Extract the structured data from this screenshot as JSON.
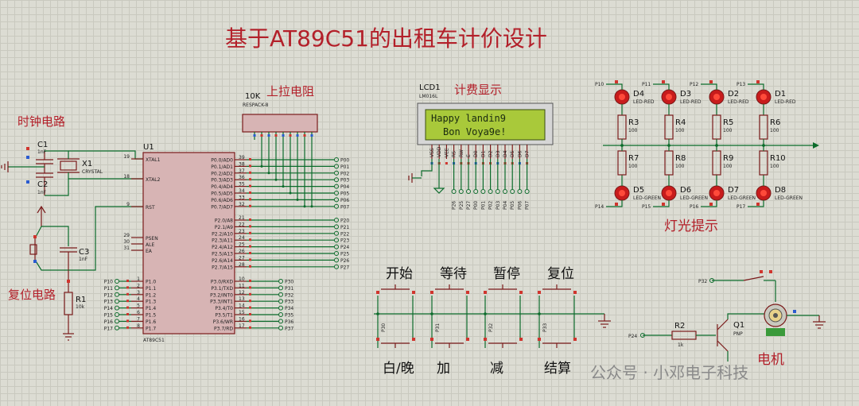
{
  "title": "基于AT89C51的出租车计价设计",
  "section_labels": {
    "clock": "时钟电路",
    "reset": "复位电路",
    "pullup": "上拉电阻",
    "display": "计费显示",
    "lights": "灯光提示",
    "motor": "电机"
  },
  "buttons": {
    "top": [
      "开始",
      "等待",
      "暂停",
      "复位"
    ],
    "bottom": [
      "白/晚",
      "加",
      "减",
      "结算"
    ],
    "pins": [
      "P30",
      "P31",
      "P32",
      "P33"
    ]
  },
  "mcu": {
    "ref": "U1",
    "part": "AT89C51",
    "left_pins": [
      {
        "num": "19",
        "name": "XTAL1"
      },
      {
        "num": "18",
        "name": "XTAL2"
      },
      {
        "num": "9",
        "name": "RST"
      },
      {
        "num": "29",
        "name": "PSEN"
      },
      {
        "num": "30",
        "name": "ALE"
      },
      {
        "num": "31",
        "name": "EA"
      }
    ],
    "p1_names": [
      "P1.0",
      "P1.1",
      "P1.2",
      "P1.3",
      "P1.4",
      "P1.5",
      "P1.6",
      "P1.7"
    ],
    "p1_nums": [
      "1",
      "2",
      "3",
      "4",
      "5",
      "6",
      "7",
      "8"
    ],
    "p1_labels": [
      "P10",
      "P11",
      "P12",
      "P13",
      "P14",
      "P15",
      "P16",
      "P17"
    ],
    "p0_names": [
      "P0.0/AD0",
      "P0.1/AD1",
      "P0.2/AD2",
      "P0.3/AD3",
      "P0.4/AD4",
      "P0.5/AD5",
      "P0.6/AD6",
      "P0.7/AD7"
    ],
    "p0_nums": [
      "39",
      "38",
      "37",
      "36",
      "35",
      "34",
      "33",
      "32"
    ],
    "p0_labels": [
      "P00",
      "P01",
      "P02",
      "P03",
      "P04",
      "P05",
      "P06",
      "P07"
    ],
    "p2_names": [
      "P2.0/A8",
      "P2.1/A9",
      "P2.2/A10",
      "P2.3/A11",
      "P2.4/A12",
      "P2.5/A13",
      "P2.6/A14",
      "P2.7/A15"
    ],
    "p2_nums": [
      "21",
      "22",
      "23",
      "24",
      "25",
      "26",
      "27",
      "28"
    ],
    "p2_labels": [
      "P20",
      "P21",
      "P22",
      "P23",
      "P24",
      "P25",
      "P26",
      "P27"
    ],
    "p3_names": [
      "P3.0/RXD",
      "P3.1/TXD",
      "P3.2/INT0",
      "P3.3/INT1",
      "P3.4/T0",
      "P3.5/T1",
      "P3.6/WR",
      "P3.7/RD"
    ],
    "p3_nums": [
      "10",
      "11",
      "12",
      "13",
      "14",
      "15",
      "16",
      "17"
    ],
    "p3_labels": [
      "P30",
      "P31",
      "P32",
      "P33",
      "P34",
      "P35",
      "P36",
      "P37"
    ]
  },
  "clock": {
    "c1": "C1",
    "c1_val": "1nF",
    "c2": "C2",
    "c2_val": "1nF",
    "x1": "X1",
    "x1_val": "CRYSTAL"
  },
  "reset": {
    "c3": "C3",
    "c3_val": "1nF",
    "r1": "R1",
    "r1_val": "10k"
  },
  "respack": {
    "val": "10K",
    "part": "RESPACK-8"
  },
  "lcd": {
    "ref": "LCD1",
    "part": "LM016L",
    "line1": "Happy landin9",
    "line2": "Bon Voya9e!",
    "pins": [
      "VSS",
      "VDD",
      "VEE",
      "RS",
      "RW",
      "E",
      "D0",
      "D1",
      "D2",
      "D3",
      "D4",
      "D5",
      "D6",
      "D7"
    ],
    "ctrl_labels": [
      "P26",
      "P25",
      "P27"
    ],
    "data_labels": [
      "P00",
      "P01",
      "P02",
      "P03",
      "P04",
      "P05",
      "P06",
      "P07"
    ]
  },
  "leds": {
    "top": [
      {
        "ref": "D4",
        "part": "LED-RED",
        "pin": "P10",
        "res": "R3",
        "val": "100"
      },
      {
        "ref": "D3",
        "part": "LED-RED",
        "pin": "P11",
        "res": "R4",
        "val": "100"
      },
      {
        "ref": "D2",
        "part": "LED-RED",
        "pin": "P12",
        "res": "R5",
        "val": "100"
      },
      {
        "ref": "D1",
        "part": "LED-RED",
        "pin": "P13",
        "res": "R6",
        "val": "100"
      }
    ],
    "bottom": [
      {
        "ref": "D5",
        "part": "LED-GREEN",
        "pin": "P14",
        "res": "R7",
        "val": "100"
      },
      {
        "ref": "D6",
        "part": "LED-GREEN",
        "pin": "P15",
        "res": "R8",
        "val": "100"
      },
      {
        "ref": "D7",
        "part": "LED-GREEN",
        "pin": "P16",
        "res": "R9",
        "val": "100"
      },
      {
        "ref": "D8",
        "part": "LED-GREEN",
        "pin": "P17",
        "res": "R10",
        "val": "100"
      }
    ]
  },
  "motor": {
    "r2": "R2",
    "r2_val": "1k",
    "q1": "Q1",
    "q1_val": "PNP",
    "pin_base": "P24",
    "pin_switch": "P32"
  },
  "watermark": "公众号 · 小邓电子科技",
  "colors": {
    "title": "#b3202a",
    "wire": "#0b6b2b",
    "component": "#7a1a1a",
    "lcd_screen": "#a9c93a",
    "led_red": "#c81c1c",
    "background": "#dcdcd3"
  }
}
